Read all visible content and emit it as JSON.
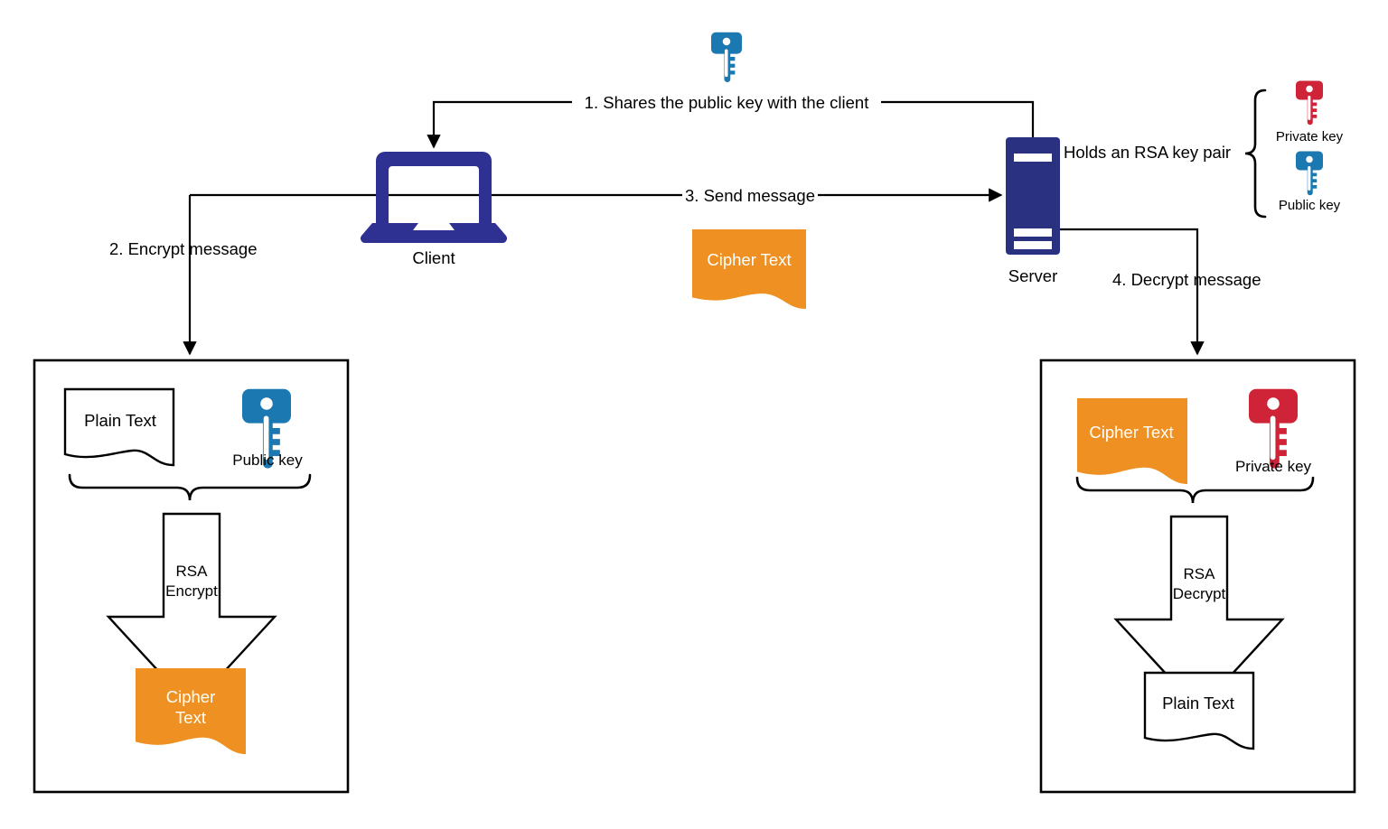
{
  "diagram": {
    "title": "RSA encryption handshake between client and server",
    "colors": {
      "key_blue": "#1b78b0",
      "key_red": "#cf2438",
      "cipher_orange": "#ee9022",
      "device_navy": "#2e3192",
      "server_navy": "#2a3180",
      "line": "#000000",
      "background": "#ffffff"
    },
    "nodes": {
      "client_label": "Client",
      "server_label": "Server",
      "server_note": "Holds an RSA key pair"
    },
    "steps": [
      {
        "id": 1,
        "label": "1. Shares the public key with the client"
      },
      {
        "id": 2,
        "label": "2. Encrypt message"
      },
      {
        "id": 3,
        "label": "3. Send message"
      },
      {
        "id": 4,
        "label": "4. Decrypt message"
      }
    ],
    "legend": {
      "private_key_label": "Private key",
      "public_key_label": "Public key"
    },
    "transit": {
      "cipher_label": "Cipher Text"
    },
    "encrypt_box": {
      "input_doc_label": "Plain Text",
      "key_label": "Public key",
      "operation_line1": "RSA",
      "operation_line2": "Encrypt",
      "output_doc_line1": "Cipher",
      "output_doc_line2": "Text"
    },
    "decrypt_box": {
      "input_doc_label": "Cipher Text",
      "key_label": "Private key",
      "operation_line1": "RSA",
      "operation_line2": "Decrypt",
      "output_doc_label": "Plain Text"
    }
  }
}
